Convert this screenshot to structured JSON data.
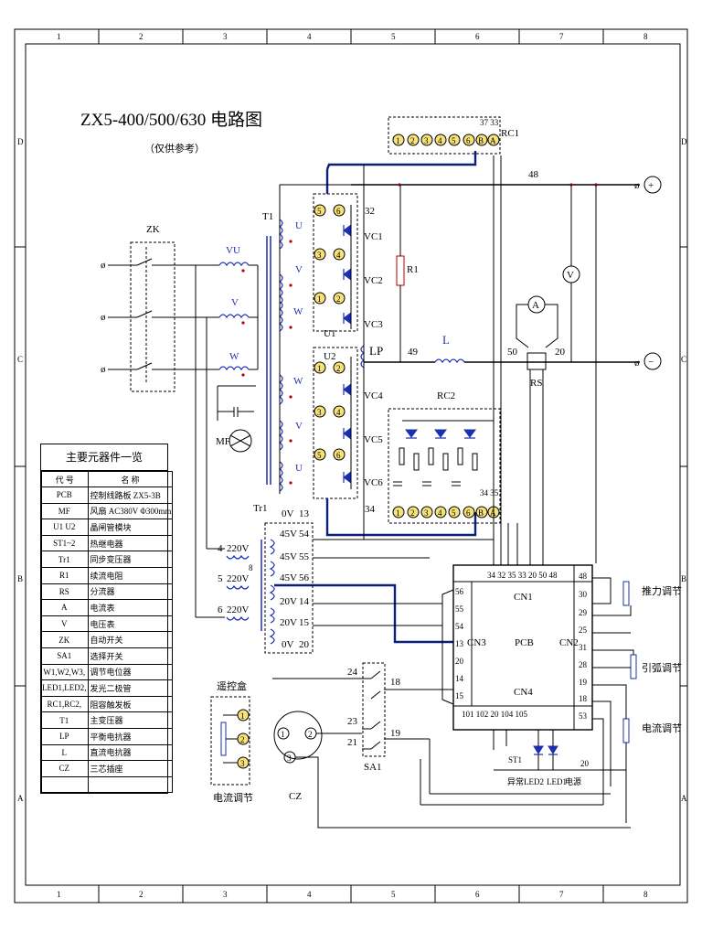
{
  "title": "ZX5-400/500/630  电路图",
  "subtitle": "（仅供参考）",
  "border": {
    "columns": [
      "1",
      "2",
      "3",
      "4",
      "5",
      "6",
      "7",
      "8"
    ],
    "rows": [
      "D",
      "C",
      "B",
      "A"
    ]
  },
  "labels": {
    "zk": "ZK",
    "t1": "T1",
    "tr1": "Tr1",
    "mf": "MF",
    "rc1": "RC1",
    "rc1_num": "37 33",
    "rc2": "RC2",
    "r1": "R1",
    "lp": "LP",
    "l": "L",
    "rs": "RS",
    "u1": "U1",
    "u2": "U2",
    "vu": "VU",
    "v": "V",
    "w": "W",
    "u": "U",
    "vc1": "VC1",
    "vc2": "VC2",
    "vc3": "VC3",
    "vc4": "VC4",
    "vc5": "VC5",
    "vc6": "VC6",
    "n32": "32",
    "n34": "34",
    "n48": "48",
    "n49": "49",
    "n50": "50",
    "n20": "20",
    "ammeter": "A",
    "voltmeter": "V",
    "plus": "+",
    "minus": "−",
    "rc_bottom": "34 35",
    "pcb": "PCB",
    "cn1": "CN1",
    "cn2": "CN2",
    "cn3": "CN3",
    "cn4": "CN4",
    "cn1_pins": "34 32  35  33  20  50  48",
    "cn2_pins": [
      "48",
      "30",
      "29",
      "25",
      "31",
      "28",
      "19",
      "18",
      "53"
    ],
    "cn3_pins": [
      "56",
      "55",
      "54",
      "13",
      "20",
      "14",
      "15"
    ],
    "cn4_pins": "101 102  20  104 105",
    "sa1": "SA1",
    "cz": "CZ",
    "remote_box": "遥控盒",
    "current_adj": "电流调节",
    "push_adj": "推力调节",
    "arc_adj": "引弧调节",
    "current_adj2": "电流调节",
    "st1": "ST1",
    "abnormal": "异常",
    "led2": "LED2",
    "led1": "LED1",
    "power": "电源",
    "n20b": "20",
    "sa1_pins": [
      "24",
      "18",
      "23",
      "19",
      "21"
    ],
    "cz_pins": [
      "1",
      "2",
      "3"
    ],
    "remote_pins": [
      "1",
      "2",
      "3"
    ],
    "tr1_taps": [
      "0V",
      "13",
      "45V",
      "54",
      "45V",
      "55",
      "45V",
      "56",
      "20V",
      "14",
      "20V",
      "15",
      "0V",
      "20"
    ],
    "tr1_pri": [
      "4",
      "220V",
      "5",
      "220V",
      "8",
      "6",
      "220V"
    ]
  },
  "component_table": {
    "title": "主要元器件一览",
    "headers": [
      "代  号",
      "名    称"
    ],
    "rows": [
      [
        "PCB",
        "控制线路板 ZX5-3B"
      ],
      [
        "MF",
        "风扇  AC380V  Φ300mm"
      ],
      [
        "U1 U2",
        "晶闸管模块"
      ],
      [
        "ST1~2",
        "热继电器"
      ],
      [
        "Tr1",
        "同步变压器"
      ],
      [
        "R1",
        "续流电阻"
      ],
      [
        "RS",
        "分流器"
      ],
      [
        "A",
        "电流表"
      ],
      [
        "V",
        "电压表"
      ],
      [
        "ZK",
        "自动开关"
      ],
      [
        "SA1",
        "选择开关"
      ],
      [
        "W1,W2,W3,",
        "调节电位器"
      ],
      [
        "LED1,LED2,",
        "发光二极管"
      ],
      [
        "RC1,RC2,",
        "阻容触发板"
      ],
      [
        "T1",
        "主变压器"
      ],
      [
        "LP",
        "平衡电抗器"
      ],
      [
        "L",
        "直流电抗器"
      ],
      [
        "CZ",
        "三芯插座"
      ],
      [
        "",
        ""
      ]
    ]
  }
}
